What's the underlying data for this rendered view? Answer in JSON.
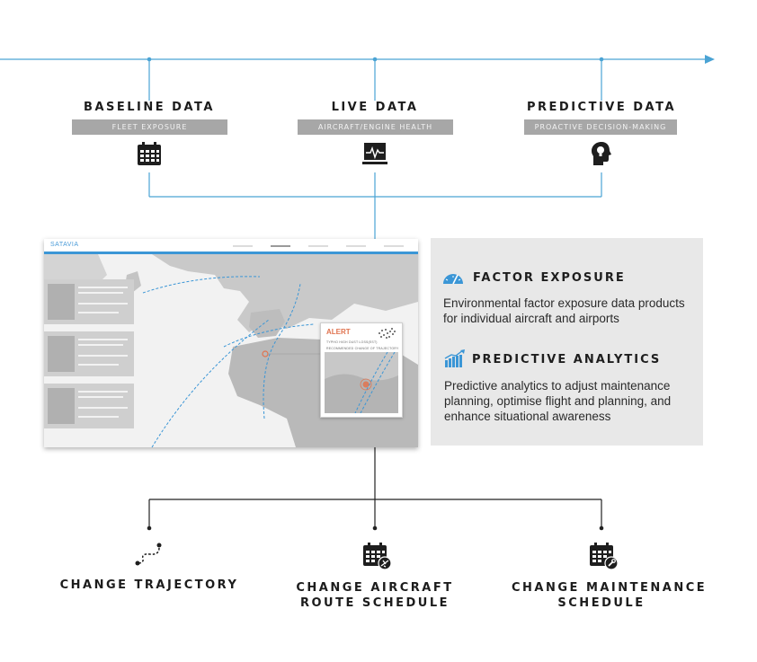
{
  "stages": [
    {
      "title": "BASELINE DATA",
      "badge": "FLEET EXPOSURE",
      "icon": "calendar-icon"
    },
    {
      "title": "LIVE DATA",
      "badge": "AIRCRAFT/ENGINE HEALTH",
      "icon": "monitor-heartbeat-icon"
    },
    {
      "title": "PREDICTIVE DATA",
      "badge": "PROACTIVE DECISION-MAKING",
      "icon": "head-lightbulb-icon"
    }
  ],
  "screenshot": {
    "brand": "SATAVIA",
    "alert": {
      "title": "ALERT",
      "line1": "TYPHO HIGH DUST LOSS(EST)",
      "line2": "RECOMMENDED CHANGE OF TRAJECTORY"
    }
  },
  "info": {
    "factor": {
      "heading": "FACTOR EXPOSURE",
      "body": "Environmental factor exposure data products for individual aircraft and airports",
      "icon": "gauge-icon"
    },
    "predictive": {
      "heading": "PREDICTIVE ANALYTICS",
      "body": "Predictive analytics to adjust maintenance planning, optimise flight and planning, and enhance situational awareness",
      "icon": "bar-trend-icon"
    }
  },
  "actions": [
    {
      "label_line1": "CHANGE TRAJECTORY",
      "label_line2": "",
      "icon": "trajectory-path-icon"
    },
    {
      "label_line1": "CHANGE AIRCRAFT",
      "label_line2": "ROUTE SCHEDULE",
      "icon": "calendar-plane-icon"
    },
    {
      "label_line1": "CHANGE MAINTENANCE",
      "label_line2": "SCHEDULE",
      "icon": "calendar-wrench-icon"
    }
  ],
  "colors": {
    "connector": "#4aa3d4",
    "badge": "#a7a7a7",
    "panel": "#e8e8e8",
    "icon_blue": "#3b96d6",
    "alert": "#e0734f",
    "text": "#1e1e1e"
  }
}
